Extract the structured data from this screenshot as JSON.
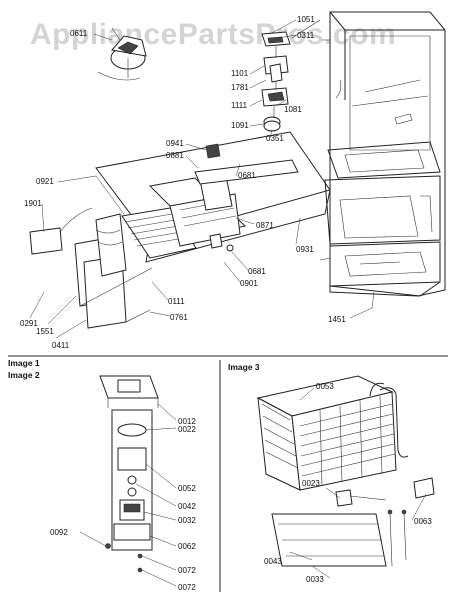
{
  "watermark": "AppliancePartsPros.com",
  "sections": {
    "image1": "Image 1",
    "image2": "Image 2",
    "image3": "Image 3"
  },
  "labels": {
    "p0611": "0611",
    "p1051": "1051",
    "p0311": "0311",
    "p1101": "1101",
    "p1781": "1781",
    "p1111": "1111",
    "p1081": "1081",
    "p1091": "1091",
    "p0351": "0351",
    "p0941": "0941",
    "p0881": "0881",
    "p0681a": "0681",
    "p0921": "0921",
    "p1901": "1901",
    "p0931": "0931",
    "p0871": "0871",
    "p0681b": "0681",
    "p0901": "0901",
    "p0291": "0291",
    "p1551": "1551",
    "p0411": "0411",
    "p0111": "0111",
    "p0761": "0761",
    "p1451": "1451",
    "p0012": "0012",
    "p0022": "0022",
    "p0052": "0052",
    "p0042": "0042",
    "p0032": "0032",
    "p0092": "0092",
    "p0062": "0062",
    "p0072a": "0072",
    "p0072b": "0072",
    "p0053": "0053",
    "p0023": "0023",
    "p0063": "0063",
    "p0043": "0043",
    "p0033": "0033"
  }
}
